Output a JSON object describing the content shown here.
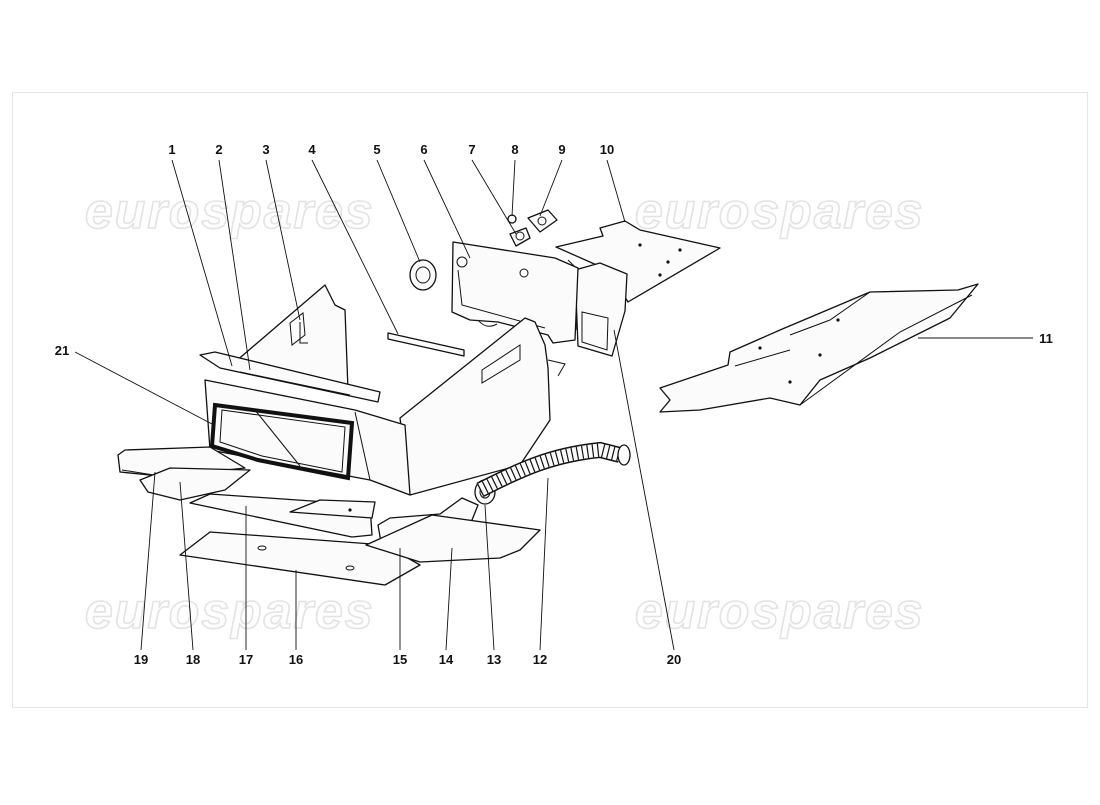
{
  "watermarks": [
    {
      "text": "eurospares"
    },
    {
      "text": "eurospares"
    },
    {
      "text": "eurospares"
    },
    {
      "text": "eurospares"
    }
  ],
  "callouts": {
    "c1": "1",
    "c2": "2",
    "c3": "3",
    "c4": "4",
    "c5": "5",
    "c6": "6",
    "c7": "7",
    "c8": "8",
    "c9": "9",
    "c10": "10",
    "c11": "11",
    "c12": "12",
    "c13": "13",
    "c14": "14",
    "c15": "15",
    "c16": "16",
    "c17": "17",
    "c18": "18",
    "c19": "19",
    "c20": "20",
    "c21": "21"
  }
}
